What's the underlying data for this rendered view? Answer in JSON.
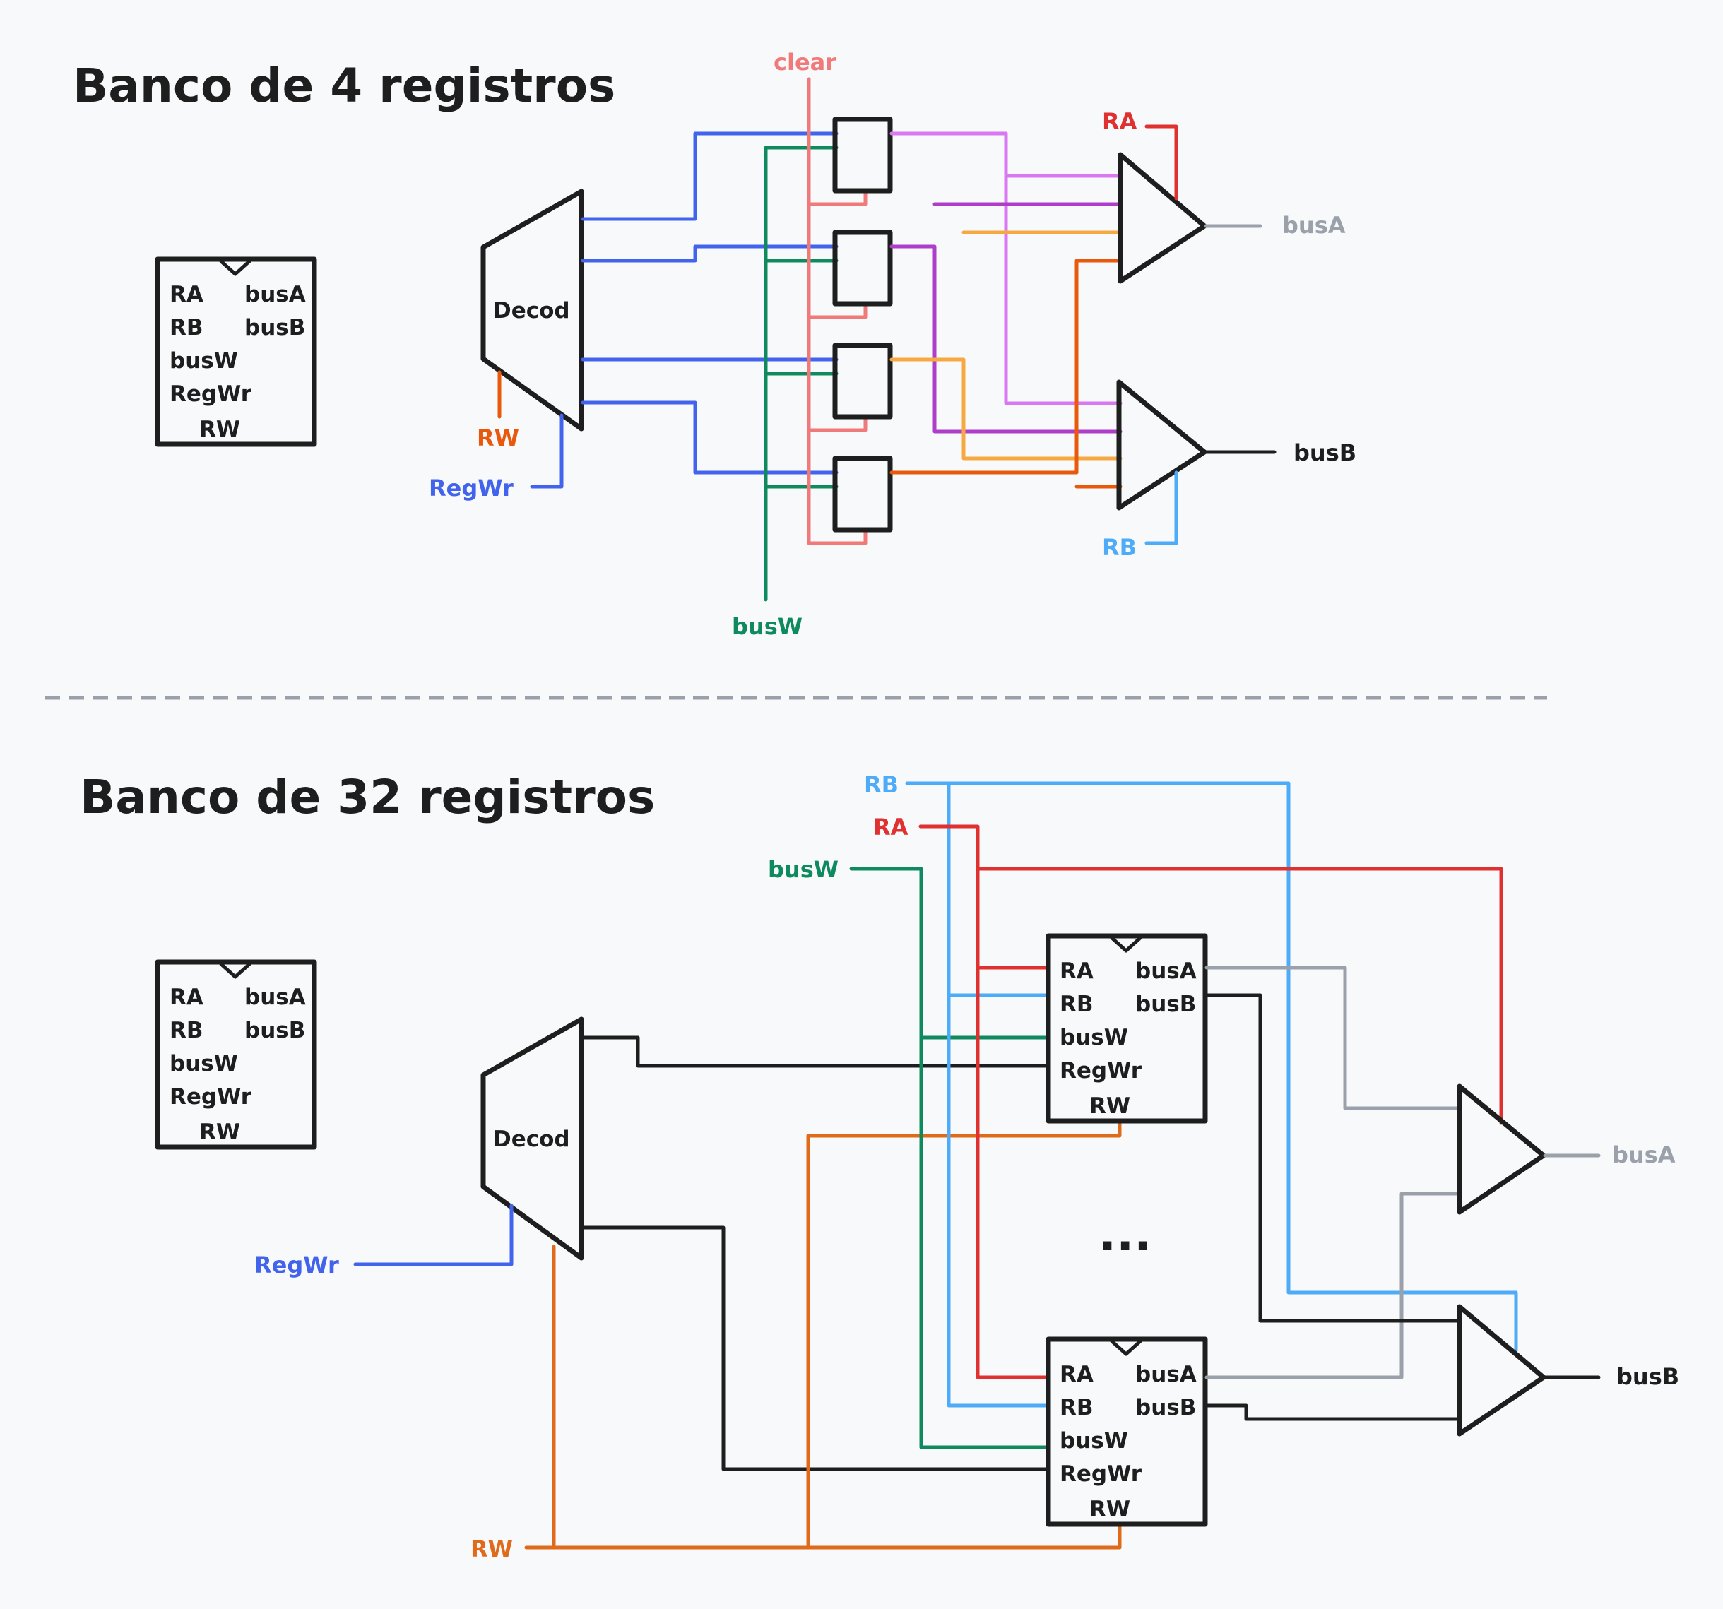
{
  "top": {
    "title": "Banco de 4 registros",
    "decoder_label": "Decod",
    "labels": {
      "clear": "clear",
      "rw": "RW",
      "regwr": "RegWr",
      "busw": "busW",
      "ra": "RA",
      "rb": "RB",
      "busa": "busA",
      "busb": "busB"
    },
    "block_symbol": {
      "ra": "RA",
      "busa": "busA",
      "rb": "RB",
      "busb": "busB",
      "busw": "busW",
      "regwr": "RegWr",
      "rw": "RW"
    }
  },
  "bottom": {
    "title": "Banco de 32 registros",
    "decoder_label": "Decod",
    "ellipsis": "...",
    "labels": {
      "rb": "RB",
      "ra": "RA",
      "busw": "busW",
      "regwr": "RegWr",
      "rw": "RW",
      "busa": "busA",
      "busb": "busB"
    },
    "block_symbol": {
      "ra": "RA",
      "busa": "busA",
      "rb": "RB",
      "busb": "busB",
      "busw": "busW",
      "regwr": "RegWr",
      "rw": "RW"
    },
    "register_block": {
      "ra": "RA",
      "busa": "busA",
      "rb": "RB",
      "busb": "busB",
      "busw": "busW",
      "regwr": "RegWr",
      "rw": "RW"
    }
  },
  "colors": {
    "black": "#1e1e1e",
    "blue": "#4263eb",
    "green": "#0f8a5f",
    "clear": "#f07a7a",
    "orange": "#e8590c",
    "red": "#e03131",
    "lightblue": "#4dabf7",
    "gray": "#9aa1ab",
    "violet": "#da77f2",
    "purple": "#ae3ec9",
    "yellow": "#f6a943",
    "rw_orange": "#e06a1b"
  }
}
